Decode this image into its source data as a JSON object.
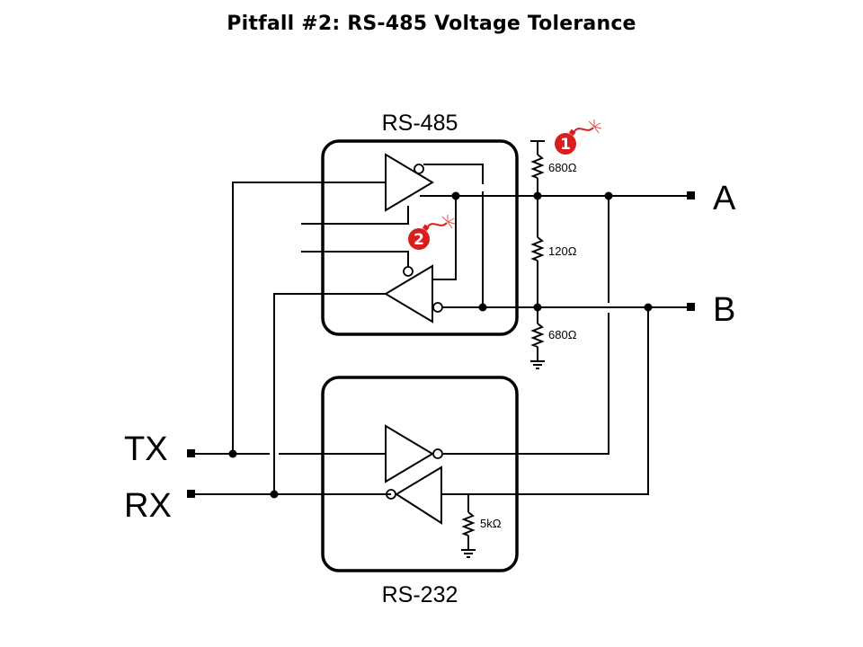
{
  "title": "Pitfall #2: RS-485 Voltage Tolerance",
  "blocks": {
    "rs485": {
      "label": "RS-485"
    },
    "rs232": {
      "label": "RS-232"
    }
  },
  "terminals": {
    "a": "A",
    "b": "B",
    "tx": "TX",
    "rx": "RX"
  },
  "resistors": {
    "pullup": "680Ω",
    "termination": "120Ω",
    "pulldown": "680Ω",
    "rx_pulldown": "5kΩ"
  },
  "callouts": [
    {
      "number": "1",
      "icon": "bomb-icon",
      "color": "#d81e1e"
    },
    {
      "number": "2",
      "icon": "bomb-icon",
      "color": "#d81e1e"
    }
  ]
}
